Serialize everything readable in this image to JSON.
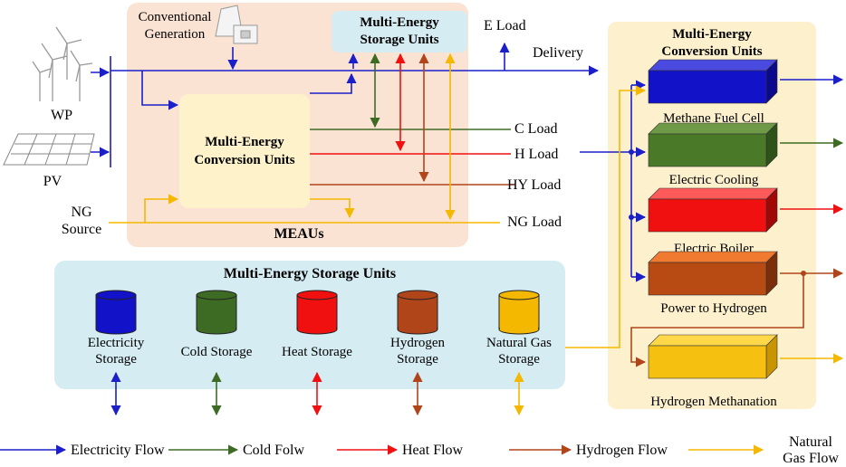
{
  "colors": {
    "electricity": "#1a1fc9",
    "cold": "#3e6b24",
    "heat": "#f01010",
    "hydrogen": "#b0451a",
    "gas": "#f5b800",
    "meau_bg": "#fbe3d4",
    "storage_bg": "#d5ecf3",
    "conv_bg": "#fdf0cc",
    "inner_conv_bg": "#fdf2c9"
  },
  "sources": {
    "conventional": "Conventional\nGeneration",
    "wp": "WP",
    "pv": "PV",
    "ng": "NG\nSource"
  },
  "meau": {
    "label": "MEAUs",
    "storage_title": "Multi-Energy\nStorage Units",
    "conv_title": "Multi-Energy\nConversion Units"
  },
  "loads": {
    "e": "E Load",
    "delivery": "Delivery",
    "c": "C Load",
    "h": "H Load",
    "hy": "HY Load",
    "ng": "NG Load"
  },
  "storage_panel": {
    "title": "Multi-Energy Storage Units",
    "items": [
      {
        "label": "Electricity\nStorage",
        "color": "#1212c8"
      },
      {
        "label": "Cold Storage",
        "color": "#3e6b24"
      },
      {
        "label": "Heat Storage",
        "color": "#f01010"
      },
      {
        "label": "Hydrogen\nStorage",
        "color": "#b0451a"
      },
      {
        "label": "Natural Gas\nStorage",
        "color": "#f5b800"
      }
    ]
  },
  "conversion_panel": {
    "title": "Multi-Energy\nConversion Units",
    "units": [
      {
        "label": "Methane Fuel Cell",
        "front": "#1212c8",
        "top": "#4a4ae0",
        "side": "#0a0a8a"
      },
      {
        "label": "Electric Cooling",
        "front": "#4a7a28",
        "top": "#6e9a48",
        "side": "#2e5218"
      },
      {
        "label": "Electric Boiler",
        "front": "#f01010",
        "top": "#ff5a5a",
        "side": "#a00808"
      },
      {
        "label": "Power to Hydrogen",
        "front": "#b84a14",
        "top": "#f07a30",
        "side": "#7a2e0a"
      },
      {
        "label": "Hydrogen Methanation",
        "front": "#f5c010",
        "top": "#ffd84a",
        "side": "#c89400"
      }
    ]
  },
  "legend": [
    {
      "label": "Electricity Flow",
      "color": "#1a1fc9"
    },
    {
      "label": "Cold Folw",
      "color": "#3e6b24"
    },
    {
      "label": "Heat Flow",
      "color": "#f01010"
    },
    {
      "label": "Hydrogen Flow",
      "color": "#b0451a"
    },
    {
      "label": "Natural\nGas Flow",
      "color": "#f5b800"
    }
  ]
}
